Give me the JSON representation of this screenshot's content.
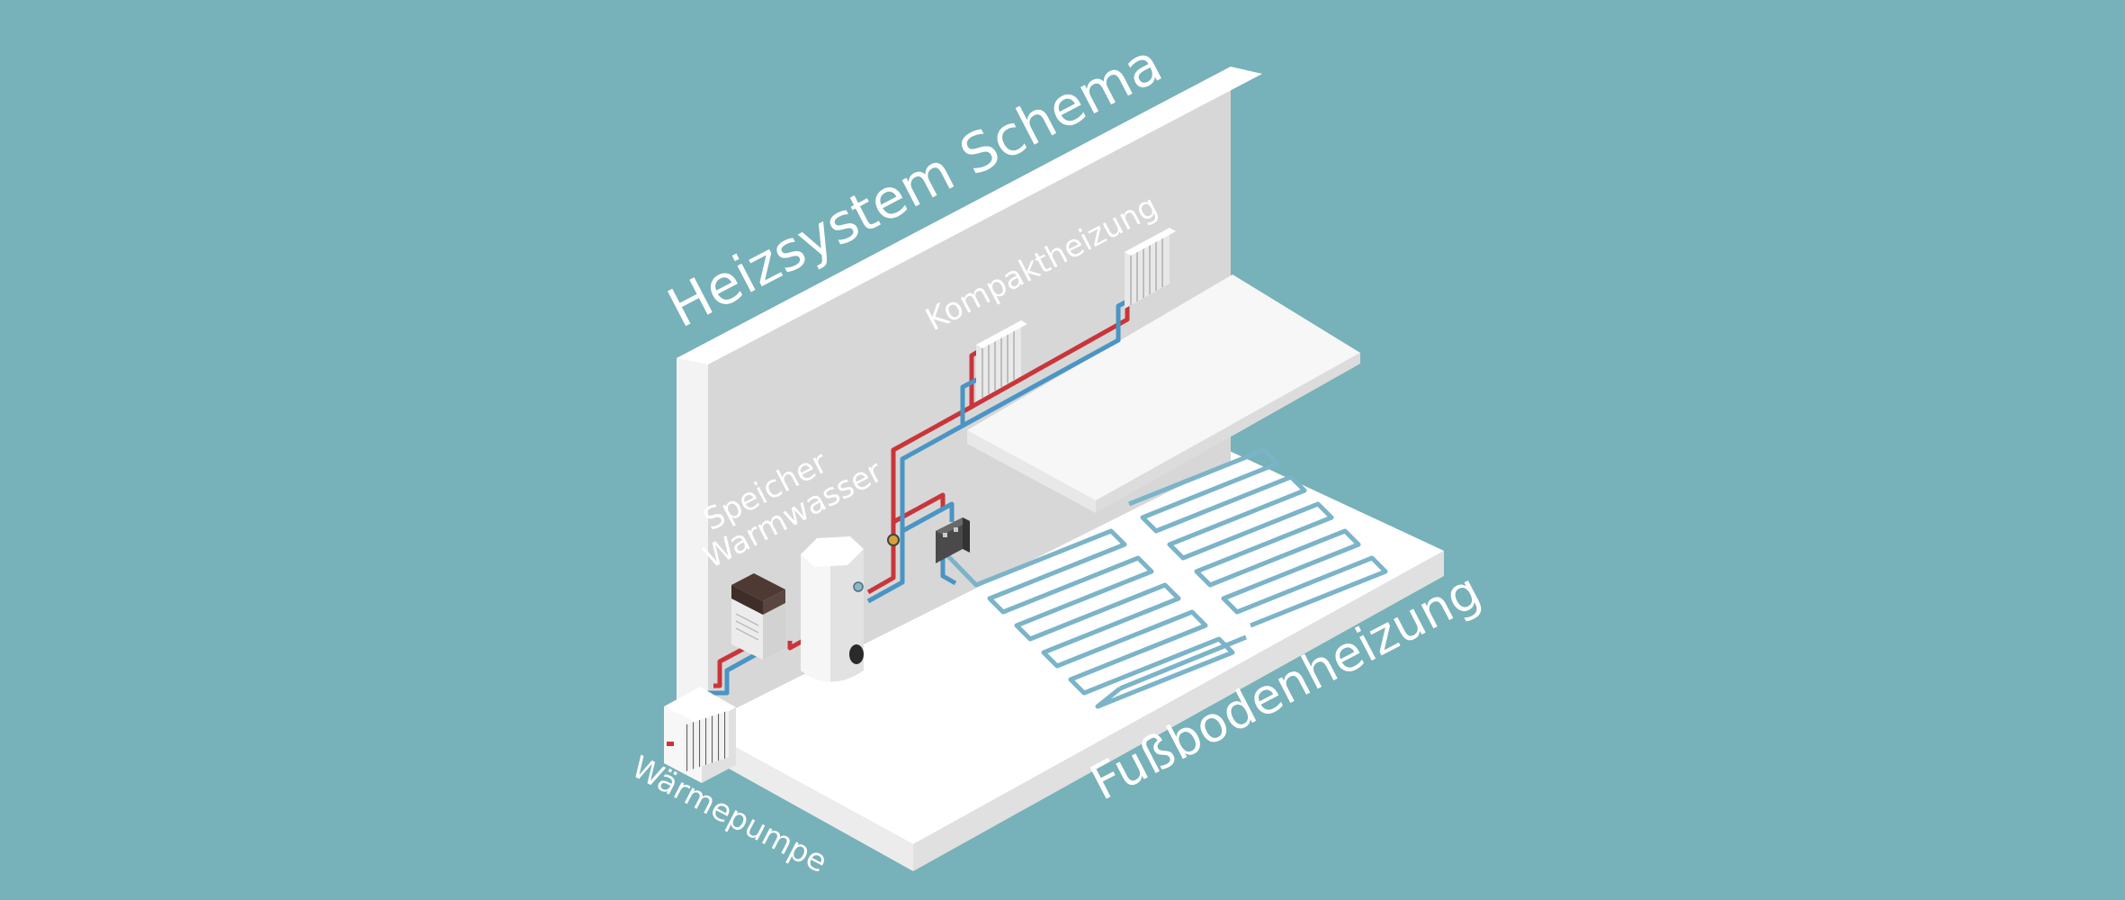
{
  "title": "Heizsystem Schema",
  "labels": {
    "radiator": "Kompaktheizung",
    "storage_line1": "Speicher",
    "storage_line2": "Warmwasser",
    "floor": "Fußbodenheizung",
    "heatpump": "Wärmepumpe"
  },
  "colors": {
    "background": "#77b1b9",
    "hot_pipe": "#c9353a",
    "cold_pipe": "#4a95c4",
    "floor_loop": "#7bb4c9"
  }
}
